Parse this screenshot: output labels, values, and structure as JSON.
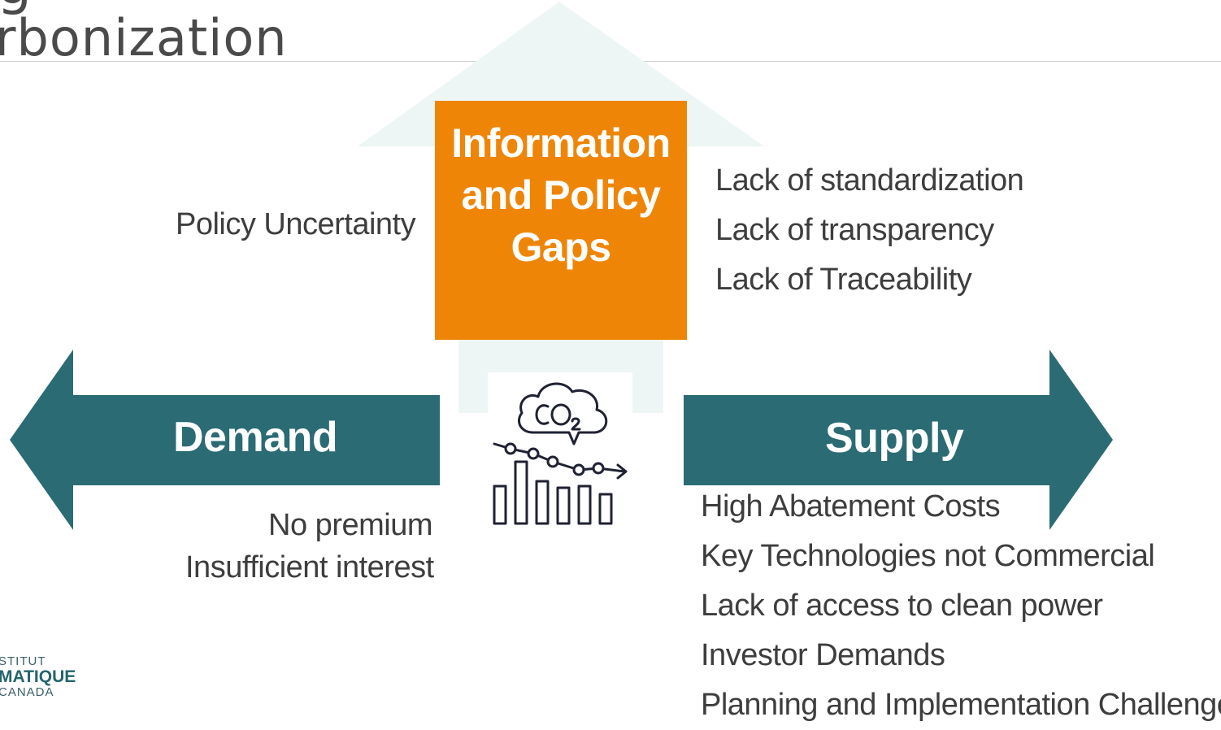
{
  "slide": {
    "title_fragment": "g",
    "title": "rbonization"
  },
  "center": {
    "lines": [
      "Information",
      "and Policy",
      "Gaps"
    ],
    "colors": {
      "box": "#ef8506",
      "arrow": "#2b6b74",
      "up_arrow": "#eef6f5"
    },
    "icon": "co2-reduction-chart-icon"
  },
  "demand": {
    "label": "Demand",
    "barriers": [
      "No premium",
      "Insufficient interest"
    ]
  },
  "supply": {
    "label": "Supply",
    "barriers": [
      "High Abatement Costs",
      "Key Technologies not Commercial",
      "Lack of access to clean power",
      "Investor Demands",
      "Planning and Implementation Challenges"
    ]
  },
  "policy": {
    "left_note": "Policy Uncertainty",
    "gaps": [
      "Lack of standardization",
      "Lack of transparency",
      "Lack of Traceability"
    ]
  },
  "logo": {
    "line1": "STITUT",
    "line2": "MATIQUE",
    "line3": "CANADA"
  }
}
